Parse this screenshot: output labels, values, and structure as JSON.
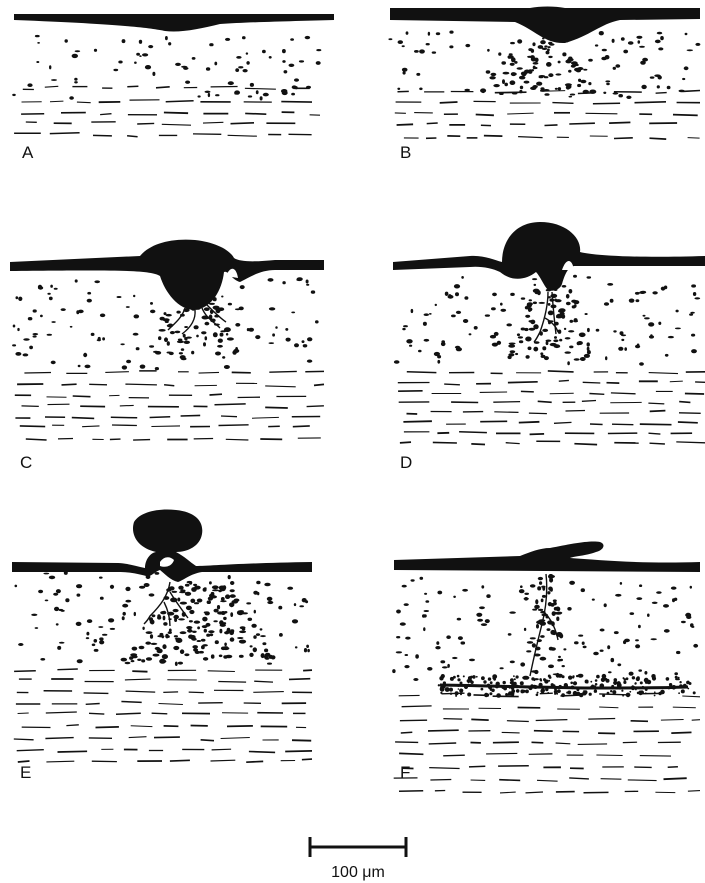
{
  "figure": {
    "panels": [
      {
        "label": "A"
      },
      {
        "label": "B"
      },
      {
        "label": "C"
      },
      {
        "label": "D"
      },
      {
        "label": "E"
      },
      {
        "label": "F"
      }
    ],
    "scale_bar": {
      "label": "100 μm"
    }
  },
  "colors": {
    "ink": "#111111",
    "paper": "#ffffff"
  }
}
